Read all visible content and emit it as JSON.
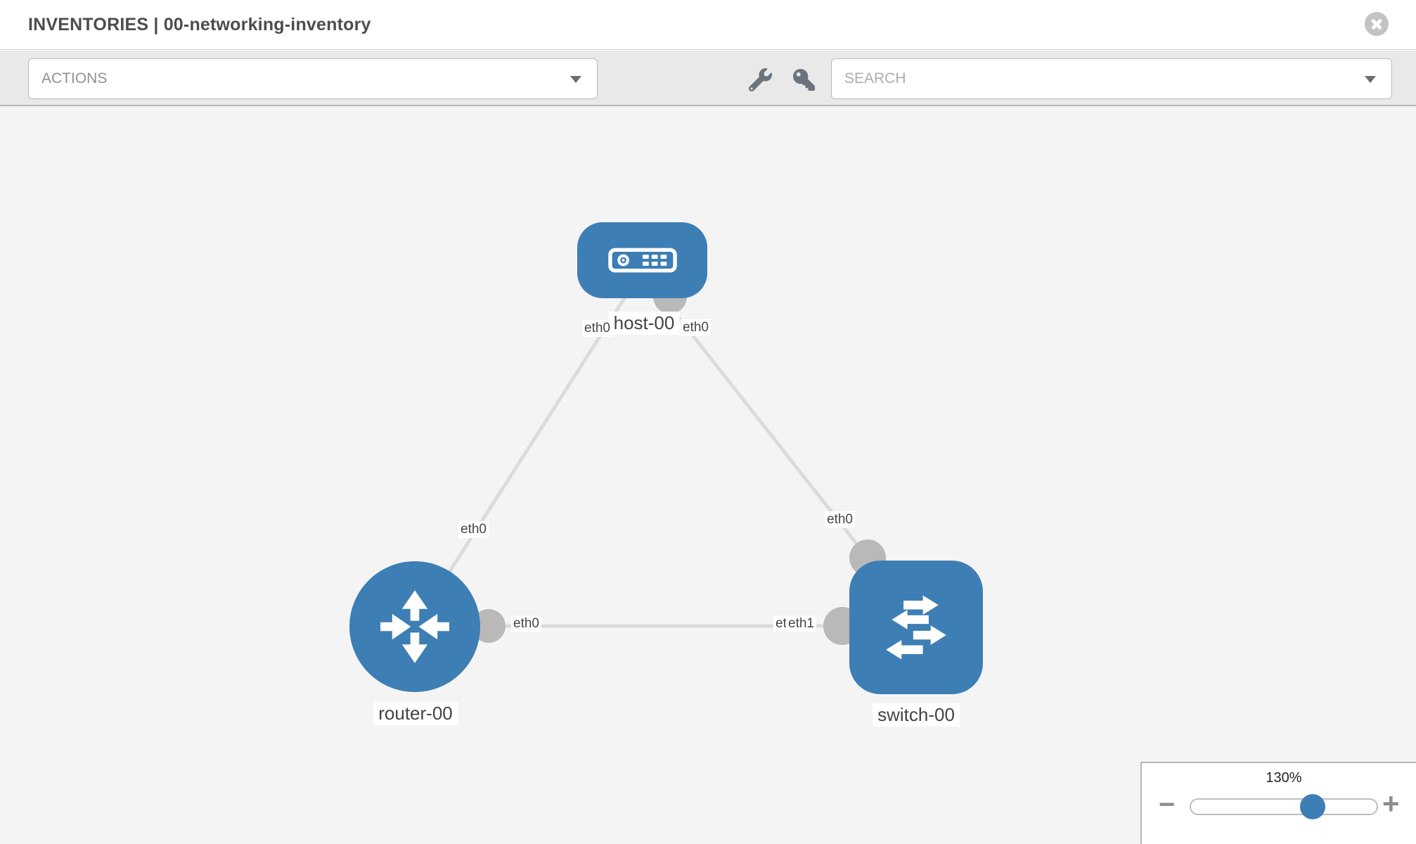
{
  "header": {
    "title": "INVENTORIES | 00-networking-inventory"
  },
  "toolbar": {
    "actions_label": "ACTIONS",
    "search_placeholder": "SEARCH"
  },
  "topology": {
    "nodes": {
      "host": {
        "label": "host-00",
        "type": "host"
      },
      "router": {
        "label": "router-00",
        "type": "router"
      },
      "switch": {
        "label": "switch-00",
        "type": "switch"
      }
    },
    "links": [
      {
        "source": "router-00",
        "source_interface": "eth0",
        "target": "host-00",
        "target_interface": "eth0"
      },
      {
        "source": "host-00",
        "source_interface": "eth0",
        "target": "switch-00",
        "target_interface": "eth0"
      },
      {
        "source": "router-00",
        "source_interface": "eth0",
        "target": "switch-00",
        "target_interface": "eth1"
      }
    ],
    "overlap_under_label": "eth0"
  },
  "zoom_control": {
    "level": "130%",
    "minus_label": "−",
    "plus_label": "+"
  },
  "colors": {
    "node_blue": "#3d7eb5",
    "link_gray": "#dbdbdb",
    "dot_gray": "#b9b9b9",
    "canvas_bg": "#f4f4f4",
    "toolbar_bg": "#e9e9e9",
    "label_text": "#464646"
  }
}
